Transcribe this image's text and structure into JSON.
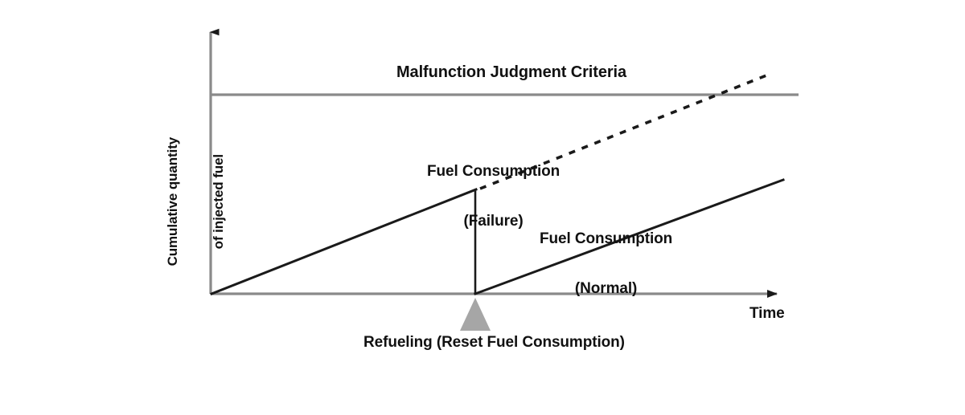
{
  "figure": {
    "type": "schematic-line-chart",
    "background": "#ffffff",
    "axes": {
      "y_label_line1": "Cumulative quantity",
      "y_label_line2": "of injected fuel",
      "x_label": "Time",
      "axis_color": "#808080",
      "arrow_color": "#111111"
    },
    "annotations": {
      "criteria_label": "Malfunction Judgment Criteria",
      "failure_label_line1": "Fuel Consumption",
      "failure_label_line2": "(Failure)",
      "normal_label_line1": "Fuel Consumption",
      "normal_label_line2": "(Normal)",
      "refueling_caption": "Refueling (Reset Fuel Consumption)"
    },
    "colors": {
      "criteria_line": "#8a8a8a",
      "series_line": "#1a1a1a",
      "refuel_marker": "#a6a6a6",
      "text": "#111111"
    }
  },
  "chart_data": {
    "type": "line",
    "title": "",
    "xlabel": "Time",
    "ylabel": "Cumulative quantity of injected fuel",
    "grid": false,
    "legend": "inline-annotations",
    "xlim": [
      0,
      100
    ],
    "ylim": [
      0,
      100
    ],
    "axis_ticks": {
      "x": [],
      "y": []
    },
    "threshold": {
      "name": "Malfunction Judgment Criteria",
      "value": 74,
      "style": "solid",
      "color": "#8a8a8a",
      "x_range": [
        0,
        102
      ]
    },
    "series": [
      {
        "name": "Fuel Consumption (Failure)",
        "style": "solid-then-dashed",
        "color": "#1a1a1a",
        "segments": [
          {
            "style": "solid",
            "points": [
              [
                0,
                0
              ],
              [
                46,
                39
              ]
            ]
          },
          {
            "style": "dashed",
            "points": [
              [
                47,
                39
              ],
              [
                97,
                82
              ]
            ]
          }
        ]
      },
      {
        "name": "Fuel Consumption (Normal)",
        "style": "solid",
        "color": "#1a1a1a",
        "segments": [
          {
            "style": "solid",
            "points": [
              [
                46,
                0
              ],
              [
                99,
                43
              ]
            ]
          }
        ]
      }
    ],
    "events": [
      {
        "name": "Refueling (Reset Fuel Consumption)",
        "x": 46,
        "marker": "triangle-up",
        "marker_color": "#a6a6a6",
        "reset_drop": {
          "from_y": 39,
          "to_y": 0
        }
      }
    ],
    "annotations": [
      {
        "text": "Malfunction Judgment Criteria",
        "x": 36,
        "y": 85
      },
      {
        "text": "Fuel Consumption (Failure)",
        "x": 50,
        "y": 60
      },
      {
        "text": "Fuel Consumption (Normal)",
        "x": 69,
        "y": 35
      }
    ]
  }
}
